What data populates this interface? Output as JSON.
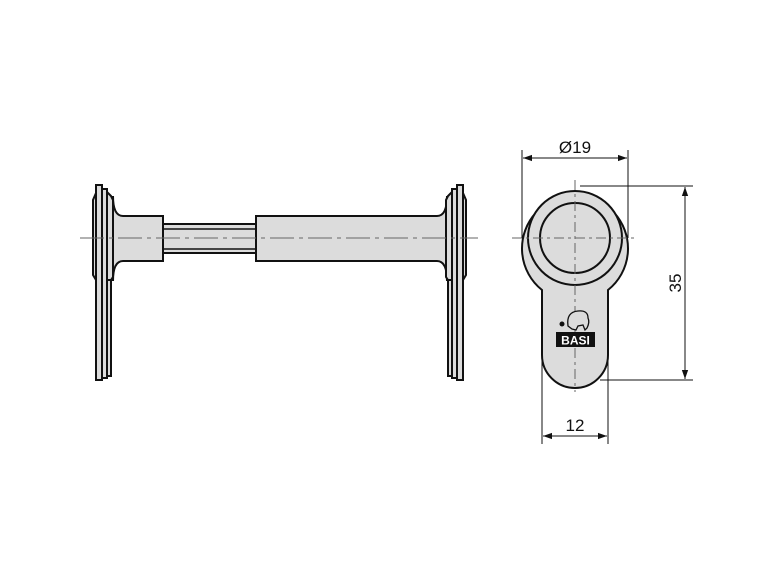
{
  "drawing": {
    "dimensions": {
      "diameter": "Ø19",
      "height": "35",
      "width": "12"
    },
    "brand_logo": "BASI",
    "colors": {
      "fill": "#dcdcdc",
      "stroke": "#111111",
      "centerline": "#666666"
    }
  }
}
